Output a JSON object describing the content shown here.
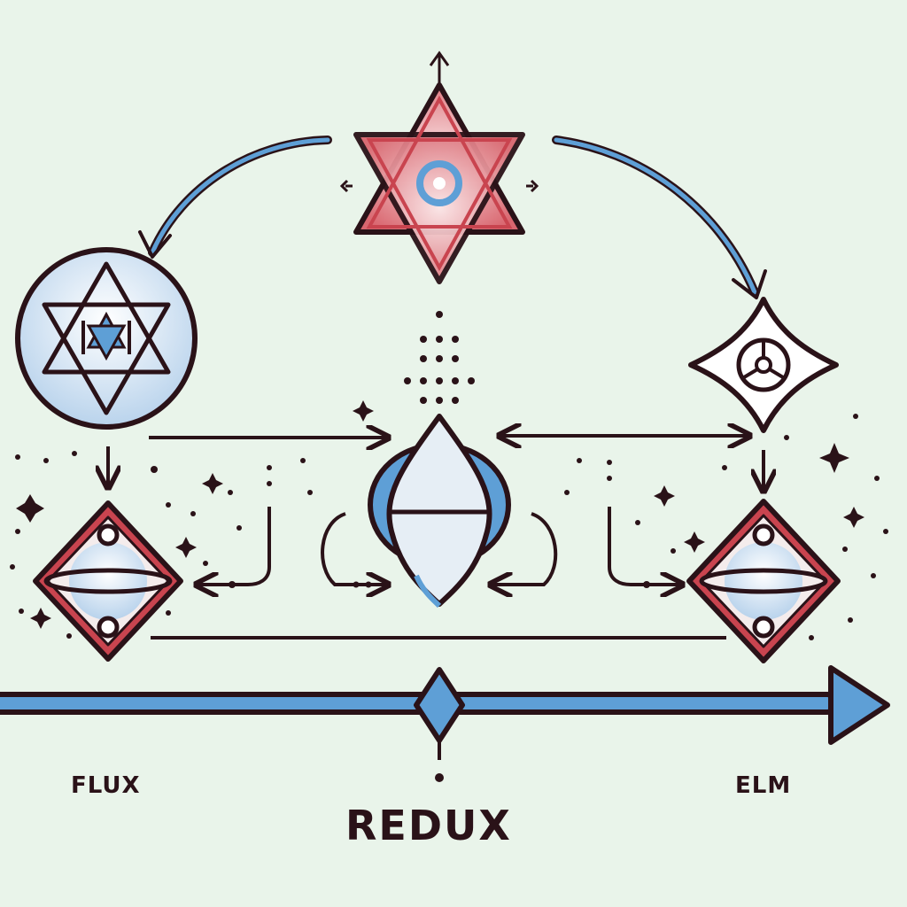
{
  "labels": {
    "flux": "FLUX",
    "redux": "REDUX",
    "elm": "ELM"
  },
  "colors": {
    "background": "#e9f4ea",
    "outline": "#2a1218",
    "red_accent": "#c9444f",
    "blue_accent": "#5e9fd6",
    "light_blue": "#dbe9f6"
  },
  "icons": {
    "top": "hexagram-eye-icon",
    "flux_node": "hexagram-circle-icon",
    "elm_node": "shield-triad-icon",
    "redux_core": "droplet-icon",
    "left_state": "diamond-orb-icon",
    "right_state": "diamond-orb-icon",
    "timeline_marker": "diamond-marker-icon"
  }
}
